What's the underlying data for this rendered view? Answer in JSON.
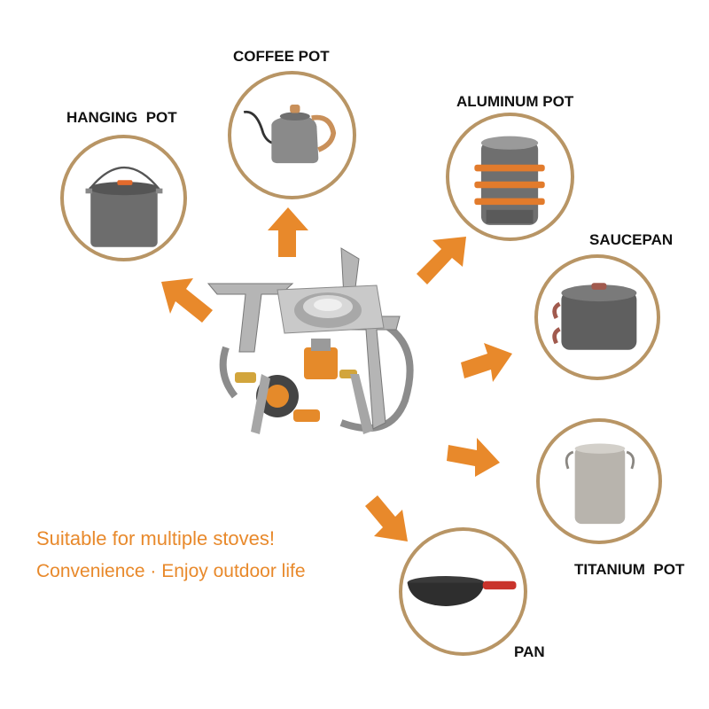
{
  "labels": {
    "coffee_pot": "COFFEE POT",
    "hanging_pot": "HANGING  POT",
    "aluminum_pot": "ALUMINUM POT",
    "saucepan": "SAUCEPAN",
    "titanium_pot": "TITANIUM  POT",
    "pan": "PAN"
  },
  "tagline": {
    "line1": "Suitable for multiple stoves!",
    "line2": "Convenience · Enjoy outdoor life"
  },
  "colors": {
    "ring": "#b89565",
    "arrow": "#e8892b",
    "tagline": "#e8892b"
  }
}
